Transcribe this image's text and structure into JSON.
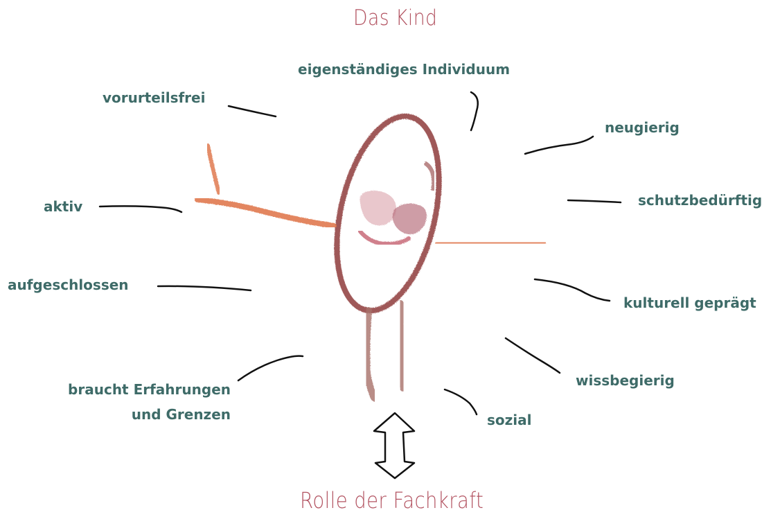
{
  "title": "Das Kind",
  "subtitle": "Rolle der Fachkraft",
  "attributes": {
    "eigenstaendig": "eigenständiges Individuum",
    "vorurteilsfrei": "vorurteilsfrei",
    "neugierig": "neugierig",
    "aktiv": "aktiv",
    "schutzbeduerftig": "schutzbedürftig",
    "aufgeschlossen": "aufgeschlossen",
    "kulturell": "kulturell geprägt",
    "wissbegierig": "wissbegierig",
    "erfahrungen_line1": "braucht Erfahrungen",
    "erfahrungen_line2": "und Grenzen",
    "sozial": "sozial"
  },
  "colors": {
    "title": "#b35462",
    "label": "#3e6b68",
    "head_outline": "#8f3a3a",
    "arms": "#e07a4f",
    "legs": "#a8716a",
    "face": "#c86a78",
    "connector": "#111111"
  }
}
